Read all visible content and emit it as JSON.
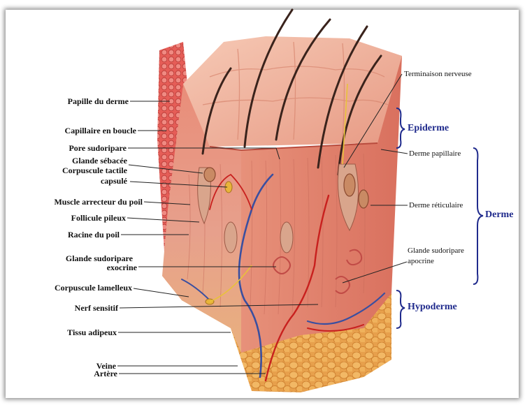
{
  "labels_left": {
    "papille": "Papille du derme",
    "capillaire": "Capillaire en boucle",
    "pore": "Pore sudoripare",
    "glande_sebacee": "Glande sébacée",
    "corpuscule_tactile_1": "Corpuscule tactile",
    "corpuscule_tactile_2": "capsulé",
    "muscle": "Muscle arrecteur du poil",
    "follicule": "Follicule pileux",
    "racine": "Racine du poil",
    "glande_exocrine_1": "Glande sudoripare",
    "glande_exocrine_2": "exocrine",
    "corpuscule_lamelleux": "Corpuscule lamelleux",
    "nerf": "Nerf sensitif",
    "tissu": "Tissu adipeux",
    "veine": "Veine",
    "artere": "Artère"
  },
  "labels_right": {
    "terminaison": "Terminaison nerveuse",
    "derme_papillaire": "Derme papillaire",
    "derme_reticulaire": "Derme réticulaire",
    "glande_apocrine_1": "Glande sudoripare",
    "glande_apocrine_2": "apocrine"
  },
  "layers": {
    "epiderme": "Epiderme",
    "derme": "Derme",
    "hypoderme": "Hypoderme"
  },
  "colors": {
    "layer_label": "#1f2a8c",
    "skin_surface": "#d97563",
    "dermis": "#e8967f",
    "fat": "#e8a047",
    "vein": "#3a4fa0",
    "artery": "#c8201e",
    "leader": "#222222"
  }
}
